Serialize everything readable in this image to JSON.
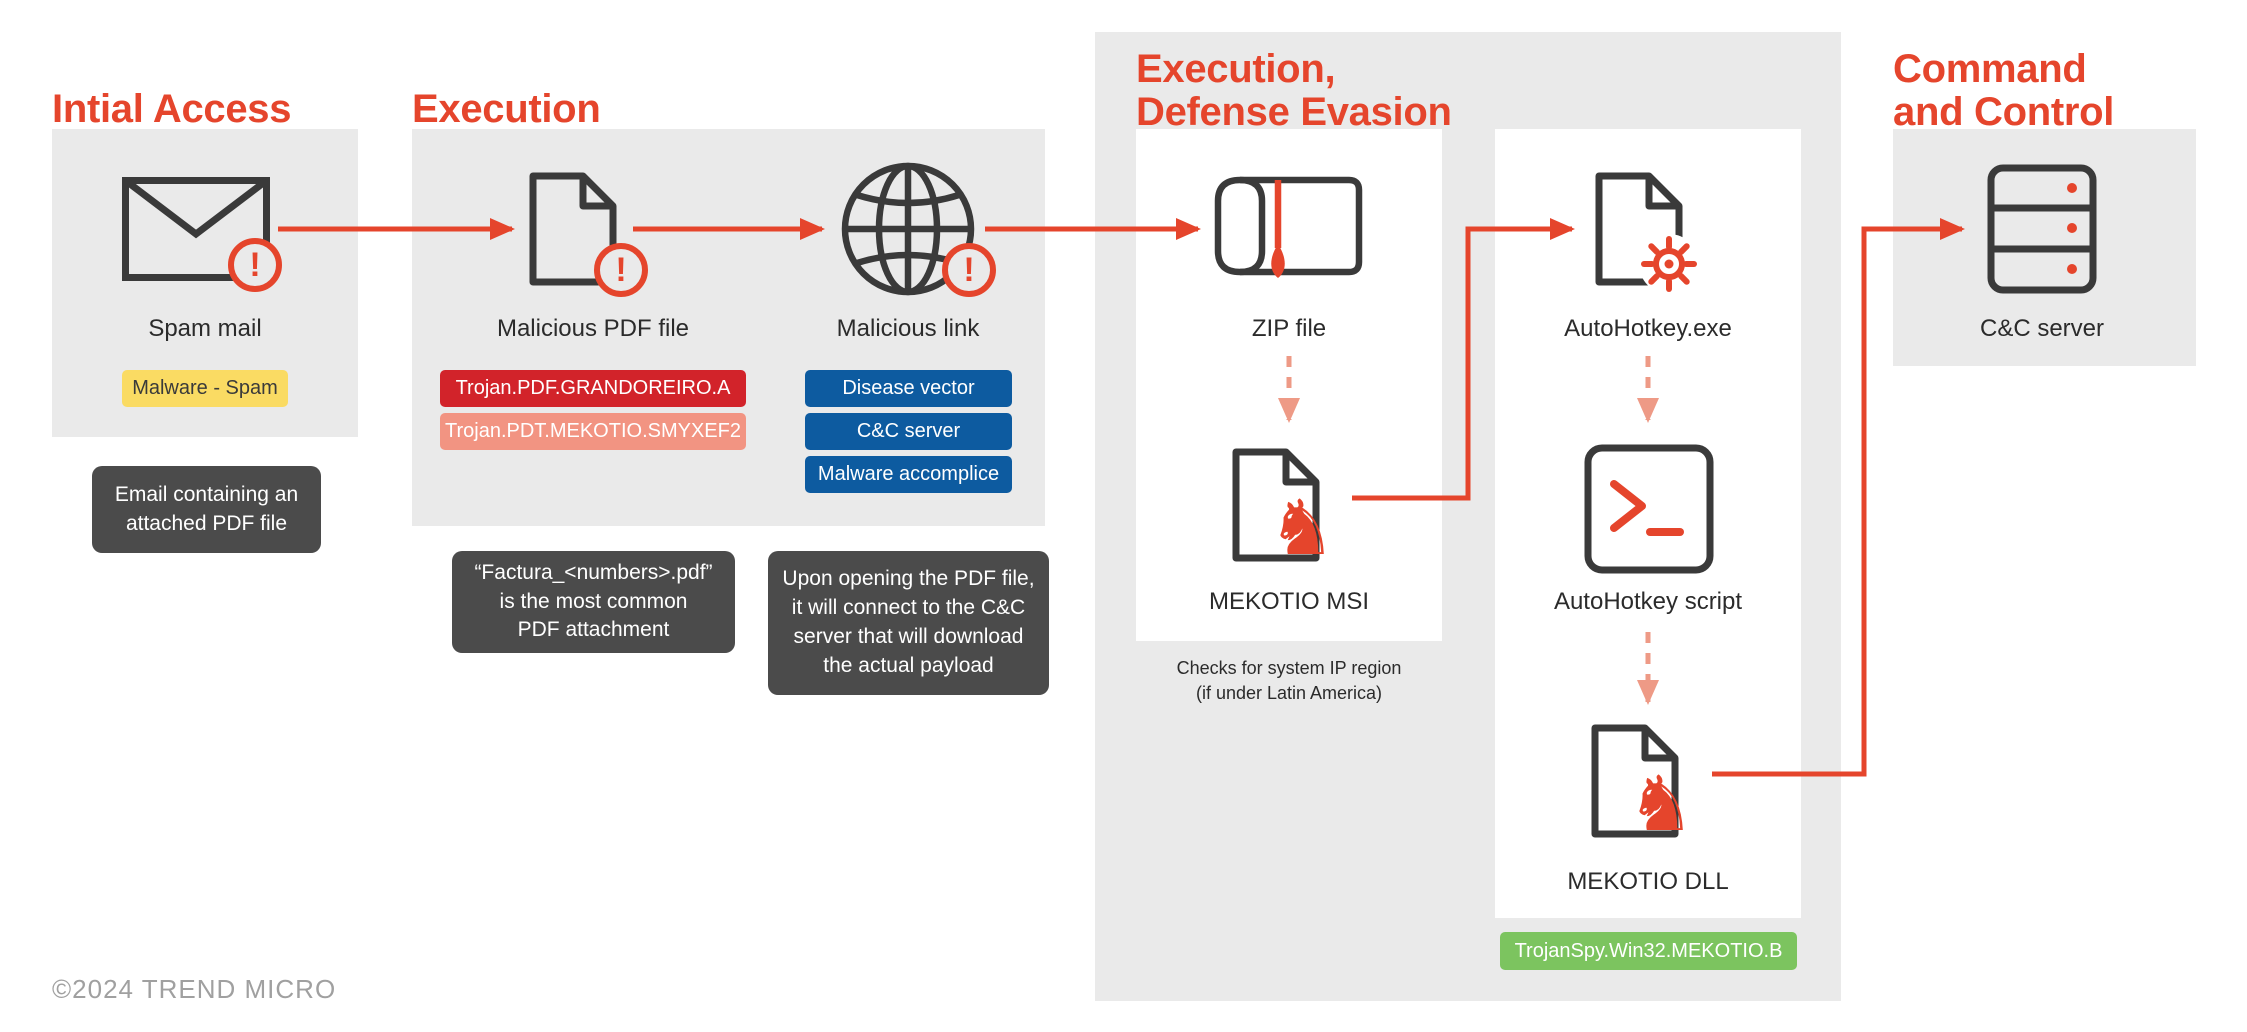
{
  "diagram": {
    "copyright": "©2024 TREND MICRO",
    "stages": {
      "initial_access": {
        "title": "Intial Access"
      },
      "execution": {
        "title": "Execution"
      },
      "execution_defense_evasion": {
        "title": "Execution,\nDefense Evasion"
      },
      "command_and_control": {
        "title": "Command\nand Control"
      }
    },
    "nodes": {
      "spam_mail": {
        "label": "Spam mail",
        "icon": "envelope-alert-icon"
      },
      "malicious_pdf": {
        "label": "Malicious PDF file",
        "icon": "document-alert-icon"
      },
      "malicious_link": {
        "label": "Malicious link",
        "icon": "globe-alert-icon"
      },
      "zip_file": {
        "label": "ZIP file",
        "icon": "zip-archive-icon"
      },
      "mekotio_msi": {
        "label": "MEKOTIO MSI",
        "icon": "trojan-document-icon"
      },
      "autohotkey_exe": {
        "label": "AutoHotkey.exe",
        "icon": "executable-document-icon"
      },
      "autohotkey_script": {
        "label": "AutoHotkey script",
        "icon": "terminal-icon"
      },
      "mekotio_dll": {
        "label": "MEKOTIO DLL",
        "icon": "trojan-document-icon"
      },
      "cc_server": {
        "label": "C&C server",
        "icon": "server-icon"
      }
    },
    "badges": {
      "malware_spam": "Malware - Spam",
      "pdf_detections": [
        "Trojan.PDF.GRANDOREIRO.A",
        "Trojan.PDT.MEKOTIO.SMYXEF2"
      ],
      "link_tags": [
        "Disease vector",
        "C&C server",
        "Malware accomplice"
      ],
      "dll_detection": "TrojanSpy.Win32.MEKOTIO.B"
    },
    "notes": {
      "email_attachment": "Email containing an\nattached PDF file",
      "factura": "“Factura_<numbers>.pdf”\nis the most common\nPDF attachment",
      "payload_download": "Upon opening the PDF file,\nit will connect to the C&C\nserver that will download\nthe actual payload",
      "ip_region_check": "Checks for system IP region\n(if under Latin America)"
    },
    "icons": {
      "alert_glyph": "!",
      "horse_glyph": "♞"
    },
    "colors": {
      "accent_red": "#e5452c",
      "badge_red": "#d2232a",
      "badge_salmon": "#f29482",
      "badge_blue": "#0d5ba0",
      "badge_yellow": "#fadb63",
      "badge_green": "#7cc45f",
      "note_gray": "#4b4b4b",
      "panel_gray": "#eaeaea",
      "icon_stroke": "#3a3a3a"
    }
  }
}
